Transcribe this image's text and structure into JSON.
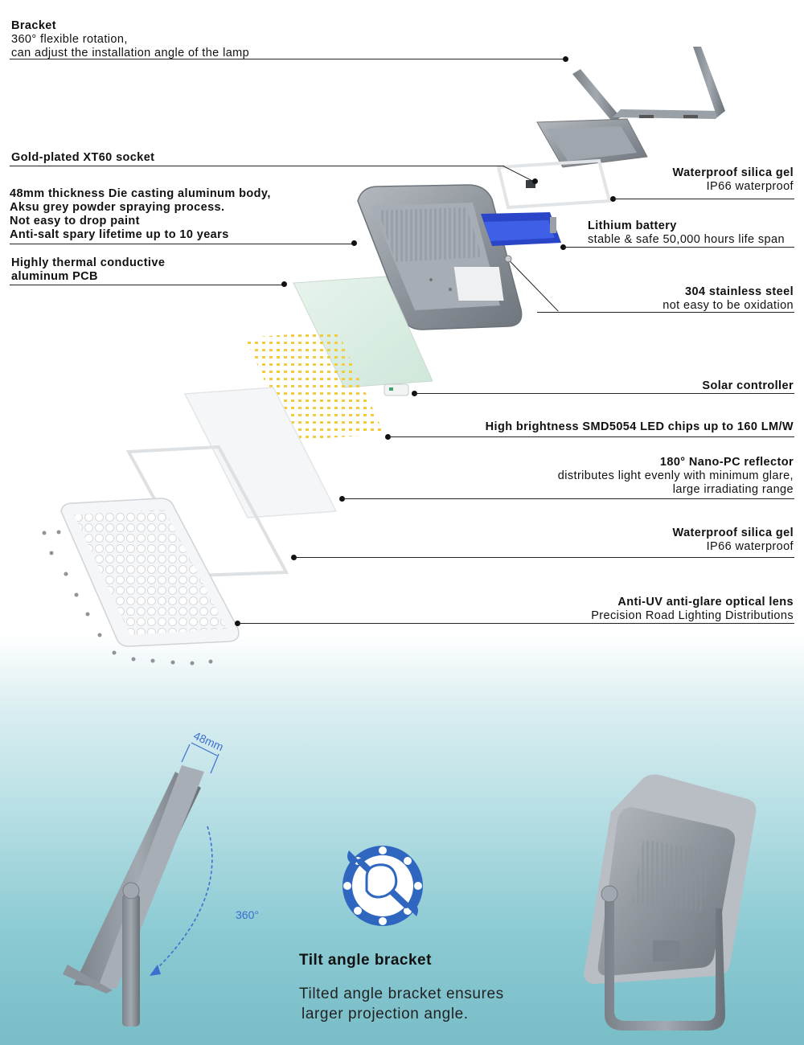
{
  "labels": {
    "bracket": {
      "title": "Bracket",
      "line1": "360° flexible rotation,",
      "line2": "can adjust the installation angle of the lamp"
    },
    "socket": {
      "title": "Gold-plated XT60 socket"
    },
    "body": {
      "line1": "48mm thickness Die casting aluminum body,",
      "line2": "Aksu grey powder spraying process.",
      "line3": "Not easy to drop paint",
      "line4": "Anti-salt spary lifetime up to 10 years"
    },
    "pcb": {
      "line1": "Highly thermal conductive",
      "line2": "aluminum PCB"
    },
    "gel_top": {
      "title": "Waterproof silica gel",
      "desc": "IP66  waterproof"
    },
    "battery": {
      "title": "Lithium battery",
      "desc": "stable & safe 50,000 hours life span"
    },
    "steel": {
      "title": "304 stainless steel",
      "desc": "not easy to be oxidation"
    },
    "controller": {
      "title": "Solar controller"
    },
    "led": {
      "title": "High brightness SMD5054 LED chips up to 160 LM/W"
    },
    "reflector": {
      "title": "180° Nano-PC reflector",
      "line1": "distributes light evenly with minimum glare,",
      "line2": "large irradiating range"
    },
    "gel_bottom": {
      "title": "Waterproof silica gel",
      "desc": "IP66 waterproof"
    },
    "lens": {
      "title": "Anti-UV anti-glare optical lens",
      "desc": "Precision Road Lighting Distributions"
    }
  },
  "tilt": {
    "title": "Tilt angle bracket",
    "desc1": "Tilted angle bracket ensures",
    "desc2": "larger projection angle.",
    "thickness": "48mm",
    "rotation": "360°"
  },
  "colors": {
    "dimension_blue": "#3b6fd0",
    "battery_blue": "#2a45c8",
    "badge_blue": "#2f66c0"
  },
  "icons": [
    "wrench-fist-icon"
  ]
}
